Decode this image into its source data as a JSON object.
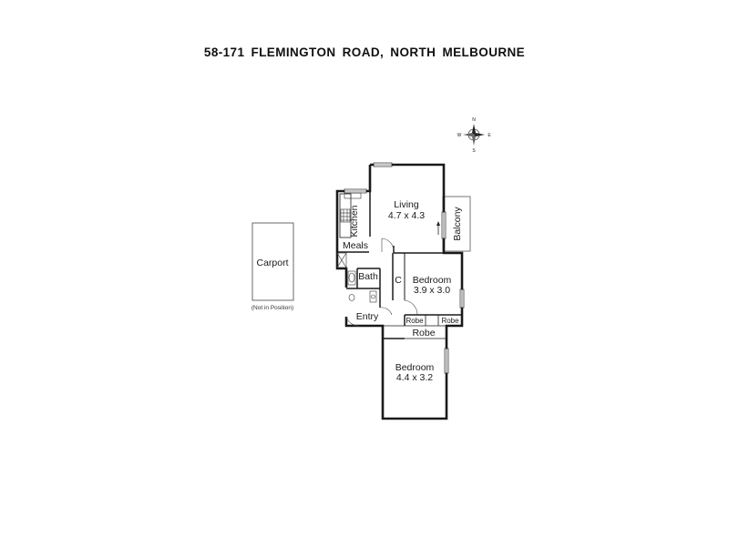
{
  "title": "58-171  FLEMINGTON  ROAD, NORTH  MELBOURNE",
  "compass": {
    "n": "N",
    "s": "S",
    "e": "E",
    "w": "W"
  },
  "rooms": {
    "living": {
      "name": "Living",
      "size": "4.7 x 4.3"
    },
    "kitchen": "Kitchen",
    "meals": "Meals",
    "balcony": "Balcony",
    "bath": "Bath",
    "cupboard": "C",
    "bedroom1": {
      "name": "Bedroom",
      "size": "3.9 x 3.0"
    },
    "entry": "Entry",
    "robe_left": "Robe",
    "robe_right": "Robe",
    "robe_lower": "Robe",
    "bedroom2": {
      "name": "Bedroom",
      "size": "4.4 x 3.2"
    },
    "carport": "Carport",
    "carport_note": "(Not in Position)"
  }
}
